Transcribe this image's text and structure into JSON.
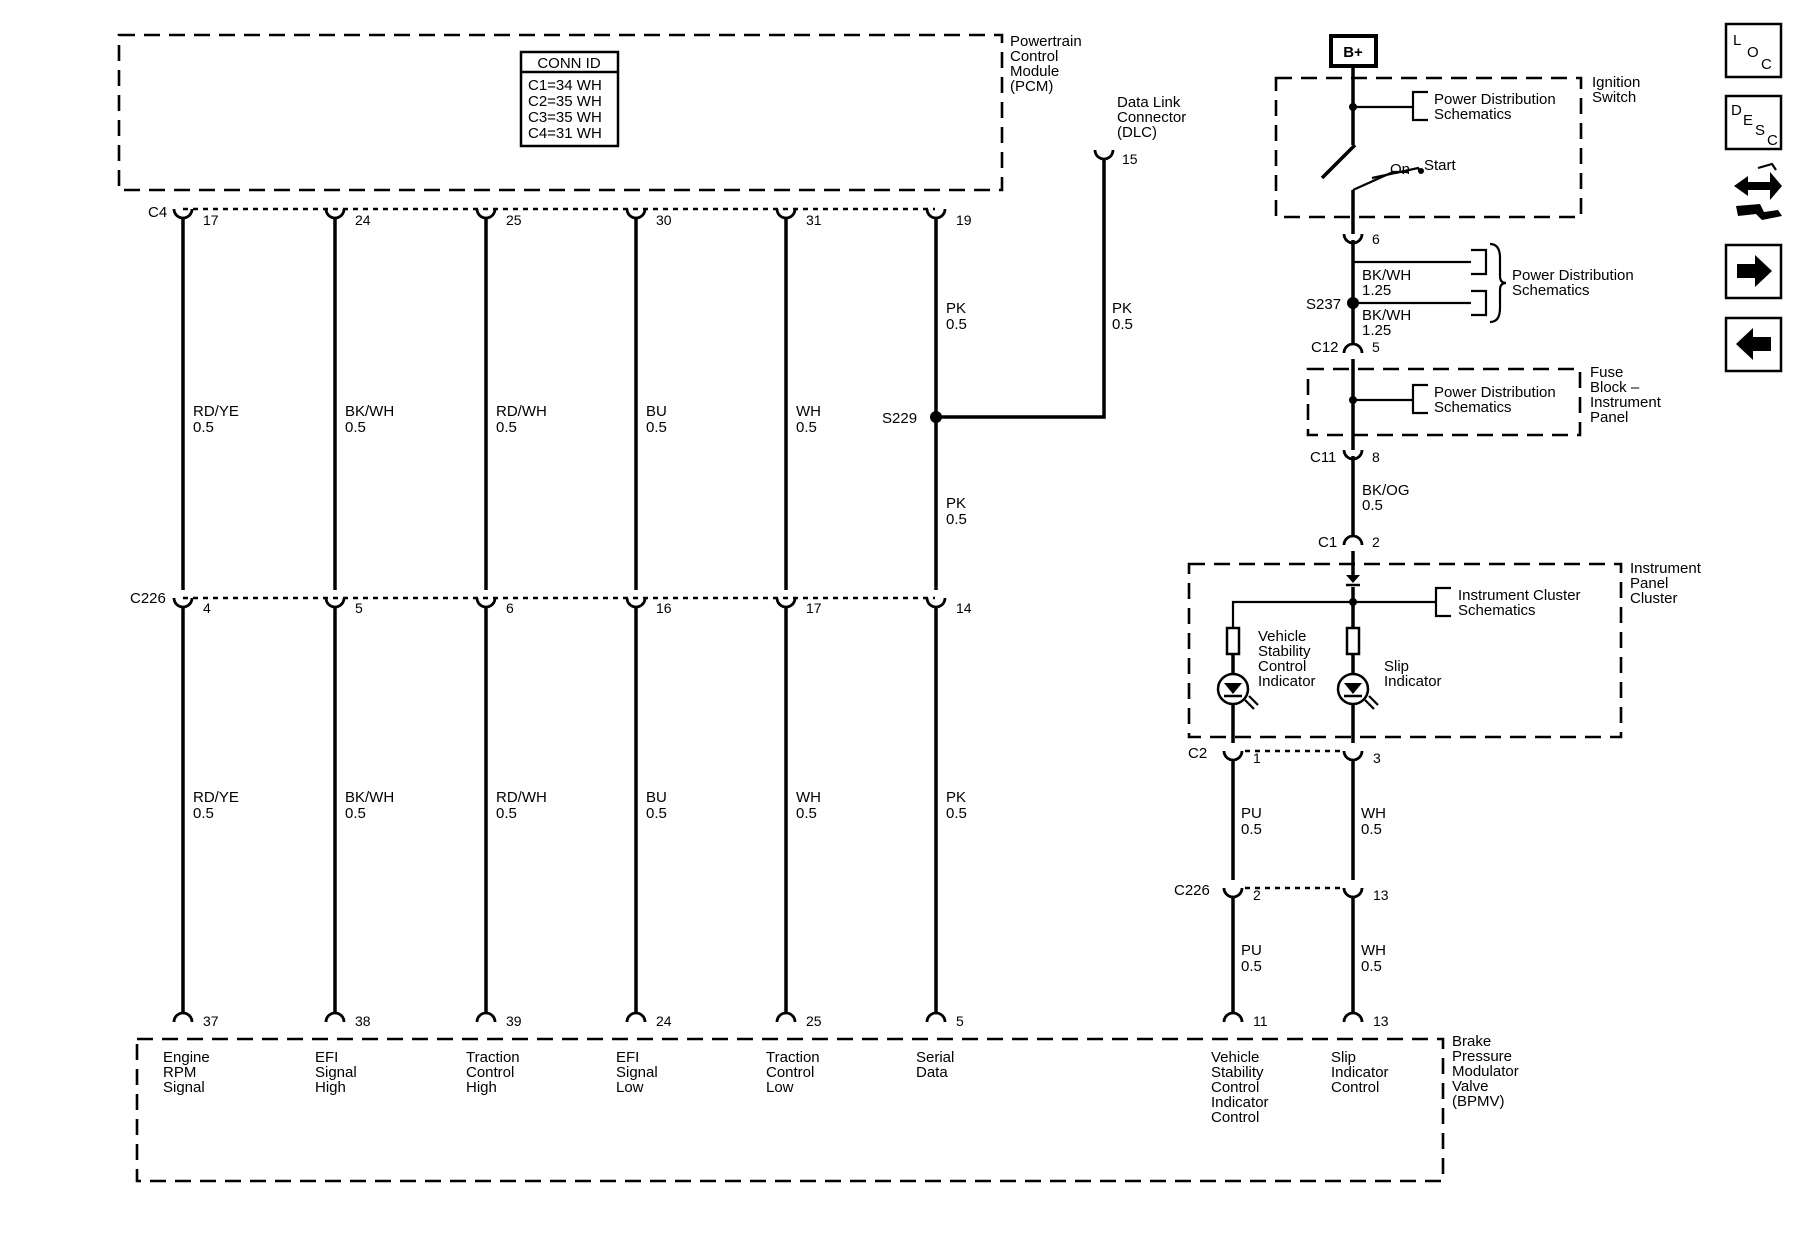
{
  "pcm": {
    "title": [
      "Powertrain",
      "Control",
      "Module",
      "(PCM)"
    ],
    "conn_id_title": "CONN ID",
    "conn_ids": [
      "C1=34 WH",
      "C2=35 WH",
      "C3=35 WH",
      "C4=31 WH"
    ]
  },
  "dlc": {
    "title": [
      "Data Link",
      "Connector",
      "(DLC)"
    ],
    "pin": "15"
  },
  "connectors": {
    "pcm": "C4",
    "mid": "C226",
    "c2": "C2",
    "c226b": "C226",
    "c12": "C12",
    "c11": "C11",
    "c1": "C1"
  },
  "splices": {
    "s229": "S229",
    "s237": "S237"
  },
  "circuits": [
    {
      "pcm_pin": "17",
      "mid_pin": "4",
      "bpmv_pin": "37",
      "color": "RD/YE",
      "gauge": "0.5",
      "bpmv_label": [
        "Engine",
        "RPM",
        "Signal"
      ]
    },
    {
      "pcm_pin": "24",
      "mid_pin": "5",
      "bpmv_pin": "38",
      "color": "BK/WH",
      "gauge": "0.5",
      "bpmv_label": [
        "EFI",
        "Signal",
        "High"
      ]
    },
    {
      "pcm_pin": "25",
      "mid_pin": "6",
      "bpmv_pin": "39",
      "color": "RD/WH",
      "gauge": "0.5",
      "bpmv_label": [
        "Traction",
        "Control",
        "High"
      ]
    },
    {
      "pcm_pin": "30",
      "mid_pin": "16",
      "bpmv_pin": "24",
      "color": "BU",
      "gauge": "0.5",
      "bpmv_label": [
        "EFI",
        "Signal",
        "Low"
      ]
    },
    {
      "pcm_pin": "31",
      "mid_pin": "17",
      "bpmv_pin": "25",
      "color": "WH",
      "gauge": "0.5",
      "bpmv_label": [
        "Traction",
        "Control",
        "Low"
      ]
    },
    {
      "pcm_pin": "19",
      "mid_pin": "14",
      "bpmv_pin": "5",
      "color": "PK",
      "gauge": "0.5",
      "bpmv_label": [
        "Serial",
        "Data"
      ]
    }
  ],
  "dlc_wire": {
    "color": "PK",
    "gauge": "0.5"
  },
  "ignition": {
    "battery": "B+",
    "title": [
      "Ignition",
      "Switch"
    ],
    "start": "Start",
    "on": "On",
    "pin": "6",
    "pd_ref": [
      "Power Distribution",
      "Schematics"
    ]
  },
  "s237_wires": [
    {
      "color": "BK/WH",
      "gauge": "1.25"
    },
    {
      "color": "BK/WH",
      "gauge": "1.25"
    }
  ],
  "s237_ref": [
    "Power Distribution",
    "Schematics"
  ],
  "fuse_block": {
    "title": [
      "Fuse",
      "Block –",
      "Instrument",
      "Panel"
    ],
    "c12_pin": "5",
    "c11_pin": "8",
    "pd_ref": [
      "Power Distribution",
      "Schematics"
    ]
  },
  "c11_wire": {
    "color": "BK/OG",
    "gauge": "0.5"
  },
  "cluster": {
    "c1_pin": "2",
    "title": [
      "Instrument",
      "Panel",
      "Cluster"
    ],
    "ref": [
      "Instrument Cluster",
      "Schematics"
    ],
    "vsc_label": [
      "Vehicle",
      "Stability",
      "Control",
      "Indicator"
    ],
    "slip_label": [
      "Slip",
      "Indicator"
    ]
  },
  "indicator_circuits": [
    {
      "c2_pin": "1",
      "c226_pin": "2",
      "bpmv_pin": "11",
      "color": "PU",
      "gauge": "0.5",
      "bpmv_label": [
        "Vehicle",
        "Stability",
        "Control",
        "Indicator",
        "Control"
      ]
    },
    {
      "c2_pin": "3",
      "c226_pin": "13",
      "bpmv_pin": "13",
      "color": "WH",
      "gauge": "0.5",
      "bpmv_label": [
        "Slip",
        "Indicator",
        "Control"
      ]
    }
  ],
  "bpmv": {
    "title": [
      "Brake",
      "Pressure",
      "Modulator",
      "Valve",
      "(BPMV)"
    ]
  },
  "nav": {
    "loc": [
      "L",
      "O",
      "C"
    ],
    "desc": [
      "D",
      "E",
      "S",
      "C"
    ]
  }
}
